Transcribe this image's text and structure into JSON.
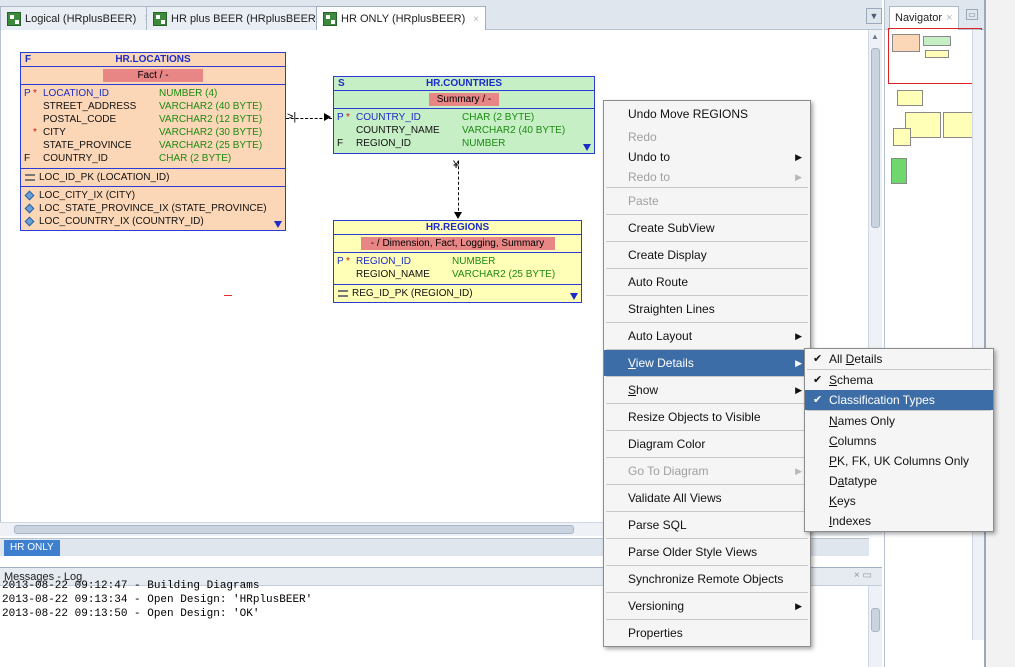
{
  "tabs": [
    {
      "label": "Logical (HRplusBEER)",
      "active": false
    },
    {
      "label": "HR plus BEER (HRplusBEER)",
      "active": false
    },
    {
      "label": "HR ONLY (HRplusBEER)",
      "active": true
    }
  ],
  "tab_close_glyph": "×",
  "entities": {
    "locations": {
      "type_flag": "F",
      "title": "HR.LOCATIONS",
      "classification": "Fact / -",
      "columns": [
        {
          "flag": "P",
          "star": "*",
          "name": "LOCATION_ID",
          "type": "NUMBER (4)",
          "pk": true
        },
        {
          "flag": "",
          "star": "",
          "name": "STREET_ADDRESS",
          "type": "VARCHAR2 (40 BYTE)",
          "pk": false
        },
        {
          "flag": "",
          "star": "",
          "name": "POSTAL_CODE",
          "type": "VARCHAR2 (12 BYTE)",
          "pk": false
        },
        {
          "flag": "",
          "star": "*",
          "name": "CITY",
          "type": "VARCHAR2 (30 BYTE)",
          "pk": false
        },
        {
          "flag": "",
          "star": "",
          "name": "STATE_PROVINCE",
          "type": "VARCHAR2 (25 BYTE)",
          "pk": false
        },
        {
          "flag": "F",
          "star": "",
          "name": "COUNTRY_ID",
          "type": "CHAR (2 BYTE)",
          "pk": false
        }
      ],
      "keys": [
        "LOC_ID_PK (LOCATION_ID)"
      ],
      "indexes": [
        "LOC_CITY_IX (CITY)",
        "LOC_STATE_PROVINCE_IX (STATE_PROVINCE)",
        "LOC_COUNTRY_IX (COUNTRY_ID)"
      ],
      "color": "#fbd7b7"
    },
    "countries": {
      "type_flag": "S",
      "title": "HR.COUNTRIES",
      "classification": "Summary / -",
      "columns": [
        {
          "flag": "P",
          "star": "*",
          "name": "COUNTRY_ID",
          "type": "CHAR (2 BYTE)",
          "pk": true
        },
        {
          "flag": "",
          "star": "",
          "name": "COUNTRY_NAME",
          "type": "VARCHAR2 (40 BYTE)",
          "pk": false
        },
        {
          "flag": "F",
          "star": "",
          "name": "REGION_ID",
          "type": "NUMBER",
          "pk": false
        }
      ],
      "color": "#c6efc6"
    },
    "regions": {
      "type_flag": "",
      "title": "HR.REGIONS",
      "classification": "- / Dimension, Fact, Logging, Summary",
      "columns": [
        {
          "flag": "P",
          "star": "*",
          "name": "REGION_ID",
          "type": "NUMBER",
          "pk": true
        },
        {
          "flag": "",
          "star": "",
          "name": "REGION_NAME",
          "type": "VARCHAR2 (25 BYTE)",
          "pk": false
        }
      ],
      "keys": [
        "REG_ID_PK (REGION_ID)"
      ],
      "color": "#ffffb8"
    }
  },
  "classification_color": "#e88585",
  "diagram_tab": "HR ONLY",
  "messages": {
    "title": "Messages - Log",
    "lines": [
      "2013-08-22 09:12:47 - Building Diagrams",
      "2013-08-22 09:13:34 - Open Design: 'HRplusBEER'",
      "2013-08-22 09:13:50 - Open Design: 'OK'"
    ]
  },
  "navigator": {
    "title": "Navigator"
  },
  "context_menu": [
    {
      "label": "Undo Move REGIONS",
      "disabled": false,
      "submenu": false,
      "short": false
    },
    {
      "label": "Redo",
      "disabled": true,
      "submenu": false,
      "short": true
    },
    {
      "label": "Undo to",
      "disabled": false,
      "submenu": true,
      "short": true
    },
    {
      "label": "Redo to",
      "disabled": true,
      "submenu": true,
      "short": true,
      "sep_after": true
    },
    {
      "label": "Paste",
      "disabled": true,
      "submenu": false,
      "short": false,
      "sep_after": true
    },
    {
      "label": "Create SubView",
      "disabled": false,
      "submenu": false,
      "short": false,
      "sep_after": true
    },
    {
      "label": "Create Display",
      "disabled": false,
      "submenu": false,
      "short": false,
      "sep_after": true
    },
    {
      "label": "Auto Route",
      "disabled": false,
      "submenu": false,
      "short": false,
      "sep_after": true
    },
    {
      "label": "Straighten Lines",
      "disabled": false,
      "submenu": false,
      "short": false,
      "sep_after": true
    },
    {
      "label": "Auto Layout",
      "disabled": false,
      "submenu": true,
      "short": false,
      "sep_after": true
    },
    {
      "label": "View Details",
      "disabled": false,
      "submenu": true,
      "short": false,
      "highlighted": true,
      "underline": "V",
      "sep_after": true
    },
    {
      "label": "Show",
      "disabled": false,
      "submenu": true,
      "short": false,
      "underline": "S",
      "sep_after": true
    },
    {
      "label": "Resize Objects to Visible",
      "disabled": false,
      "submenu": false,
      "short": false,
      "sep_after": true
    },
    {
      "label": "Diagram Color",
      "disabled": false,
      "submenu": false,
      "short": false,
      "sep_after": true
    },
    {
      "label": "Go To Diagram",
      "disabled": true,
      "submenu": true,
      "short": false,
      "sep_after": true
    },
    {
      "label": "Validate All Views",
      "disabled": false,
      "submenu": false,
      "short": false,
      "sep_after": true
    },
    {
      "label": "Parse SQL",
      "disabled": false,
      "submenu": false,
      "short": false,
      "sep_after": true
    },
    {
      "label": "Parse Older Style Views",
      "disabled": false,
      "submenu": false,
      "short": false,
      "sep_after": true
    },
    {
      "label": "Synchronize Remote Objects",
      "disabled": false,
      "submenu": false,
      "short": false,
      "sep_after": true
    },
    {
      "label": "Versioning",
      "disabled": false,
      "submenu": true,
      "short": false,
      "sep_after": true
    },
    {
      "label": "Properties",
      "disabled": false,
      "submenu": false,
      "short": false
    }
  ],
  "view_details_submenu": [
    {
      "label": "All Details",
      "checked": true,
      "underline": "D",
      "sep_after": true
    },
    {
      "label": "Schema",
      "checked": true,
      "underline": "S"
    },
    {
      "label": "Classification Types",
      "checked": true,
      "highlighted": true,
      "sep_after": true
    },
    {
      "label": "Names Only",
      "checked": false,
      "underline": "N"
    },
    {
      "label": "Columns",
      "checked": false,
      "underline": "C"
    },
    {
      "label": "PK, FK, UK Columns Only",
      "checked": false,
      "underline": "P"
    },
    {
      "label": "Datatype",
      "checked": false,
      "underline": "a"
    },
    {
      "label": "Keys",
      "checked": false,
      "underline": "K"
    },
    {
      "label": "Indexes",
      "checked": false,
      "underline": "I"
    }
  ],
  "icons": {
    "submenu_arrow": "▶",
    "check": "✔",
    "scroll_up": "▲",
    "scroll_down": "▼",
    "minimize": "▭",
    "tab_dropdown": "▼"
  }
}
